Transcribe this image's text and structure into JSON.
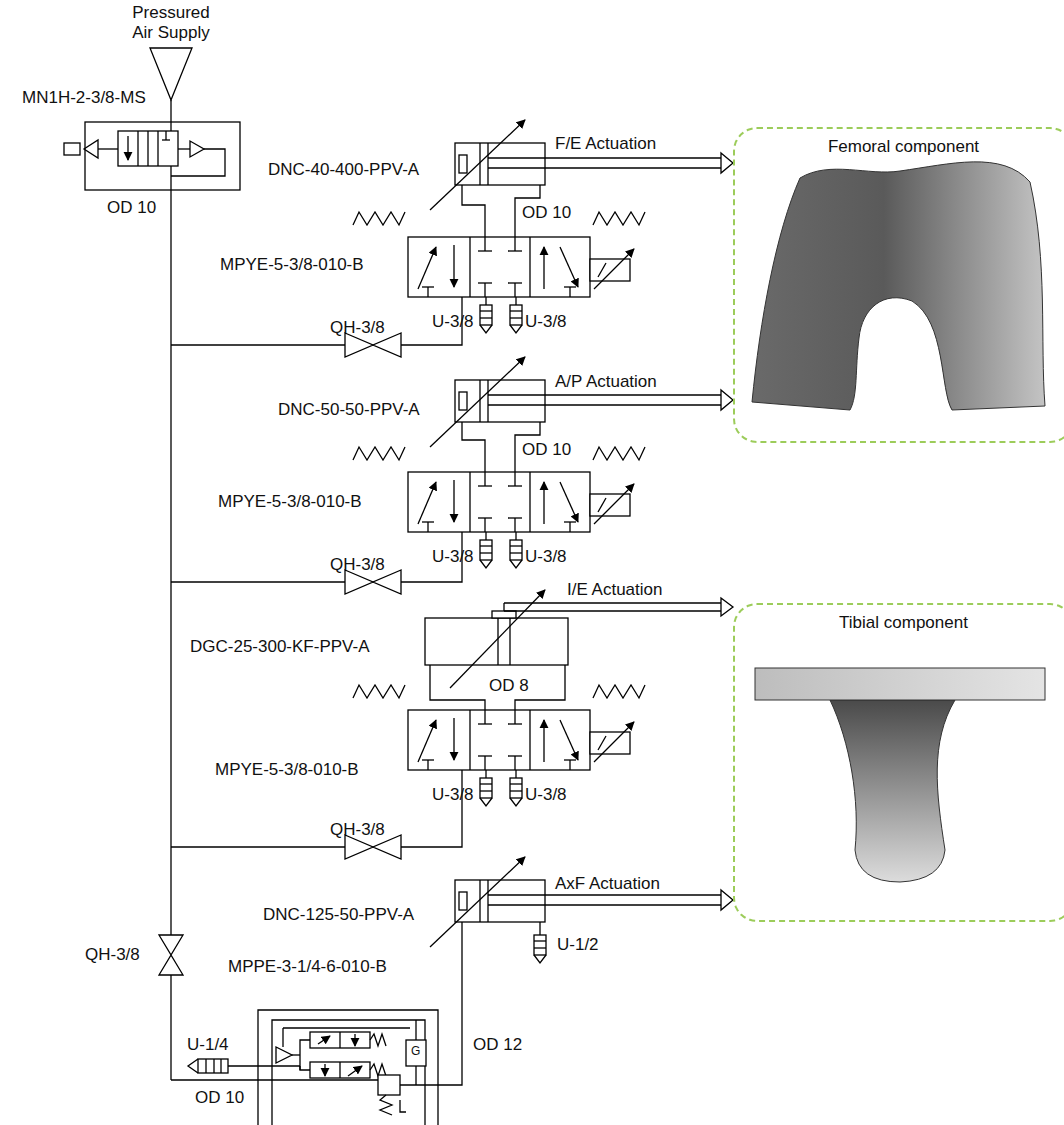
{
  "diagram": {
    "nodes": [
      {
        "text": [
          "Femoral component"
        ]
      },
      {
        "text": [
          "Tibial component"
        ]
      }
    ],
    "labels": [
      "Pressured Air Supply",
      "MN1H-2-3/8-MS",
      "OD 10",
      "DNC-40-400-PPV-A",
      "F/E Actuation",
      "OD 10",
      "MPYE-5-3/8-010-B",
      "QH-3/8",
      "U-3/8",
      "U-3/8",
      "DNC-50-50-PPV-A",
      "A/P Actuation",
      "OD 10",
      "MPYE-5-3/8-010-B",
      "QH-3/8",
      "U-3/8",
      "U-3/8",
      "DGC-25-300-KF-PPV-A",
      "I/E Actuation",
      "OD 8",
      "MPYE-5-3/8-010-B",
      "QH-3/8",
      "U-3/8",
      "U-3/8",
      "DNC-125-50-PPV-A",
      "AxF Actuation",
      "U-1/2",
      "QH-3/8",
      "MPPE-3-1/4-6-010-B",
      "OD 12",
      "U-1/4",
      "OD 10",
      "G"
    ]
  }
}
